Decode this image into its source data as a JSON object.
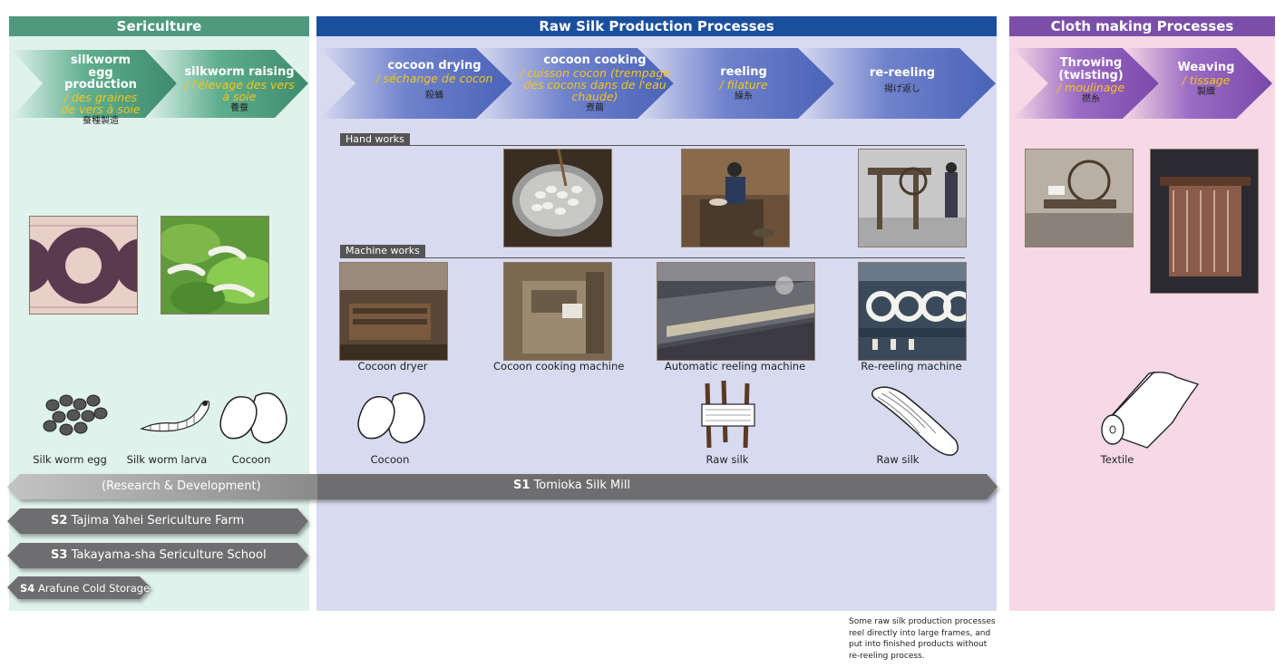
{
  "panels": {
    "sericulture": {
      "title": "Sericulture",
      "color": "#4f9a7e",
      "bg": "#e0f2ec"
    },
    "raw_silk": {
      "title": "Raw Silk Production Processes",
      "color": "#1a4f9e",
      "bg": "#d8daf0"
    },
    "cloth": {
      "title": "Cloth making Processes",
      "color": "#7b4fa8",
      "bg": "#f6d8e6"
    }
  },
  "steps": {
    "egg": {
      "title": "silkworm egg production",
      "fr": "/ des graines de vers à soie",
      "jp": "蚕種製造"
    },
    "raising": {
      "title": "silkworm raising",
      "fr": "/ l'élevage des vers à soie",
      "jp": "養蚕"
    },
    "drying": {
      "title": "cocoon drying",
      "fr": "/ séchange de cocon",
      "jp": "殺蛹"
    },
    "cooking": {
      "title": "cocoon cooking",
      "fr": "/ cuisson cocon (trempage des cocons dans de l'eau chaude)",
      "jp": "煮繭"
    },
    "reeling": {
      "title": "reeling",
      "fr": "/ filature",
      "jp": "繰糸"
    },
    "rereeling": {
      "title": "re-reeling",
      "jp": "揚げ返し"
    },
    "throwing": {
      "title": "Throwing (twisting)",
      "fr": "/ moulinage",
      "jp": "撚糸"
    },
    "weaving": {
      "title": "Weaving",
      "fr": "/ tissage",
      "jp": "製織"
    }
  },
  "sections": {
    "hand": "Hand works",
    "machine": "Machine works"
  },
  "machine_captions": {
    "dryer": "Cocoon dryer",
    "cooking": "Cocoon cooking machine",
    "reeling": "Automatic reeling machine",
    "rereeling": "Re-reeling machine"
  },
  "products": {
    "egg": "Silk worm egg",
    "larva": "Silk worm larva",
    "cocoon1": "Cocoon",
    "cocoon2": "Cocoon",
    "raw1": "Raw silk",
    "raw2": "Raw silk",
    "textile": "Textile"
  },
  "sites": {
    "rd": "(Research & Development)",
    "s1_code": "S1",
    "s1_name": "Tomioka Silk Mill",
    "s2_code": "S2",
    "s2_name": "Tajima Yahei Sericulture Farm",
    "s3_code": "S3",
    "s3_name": "Takayama-sha Sericulture School",
    "s4_code": "S4",
    "s4_name": "Arafune Cold Storage"
  },
  "note": "Some raw silk production processes reel directly into large frames, and put into finished products without re-reeling process."
}
